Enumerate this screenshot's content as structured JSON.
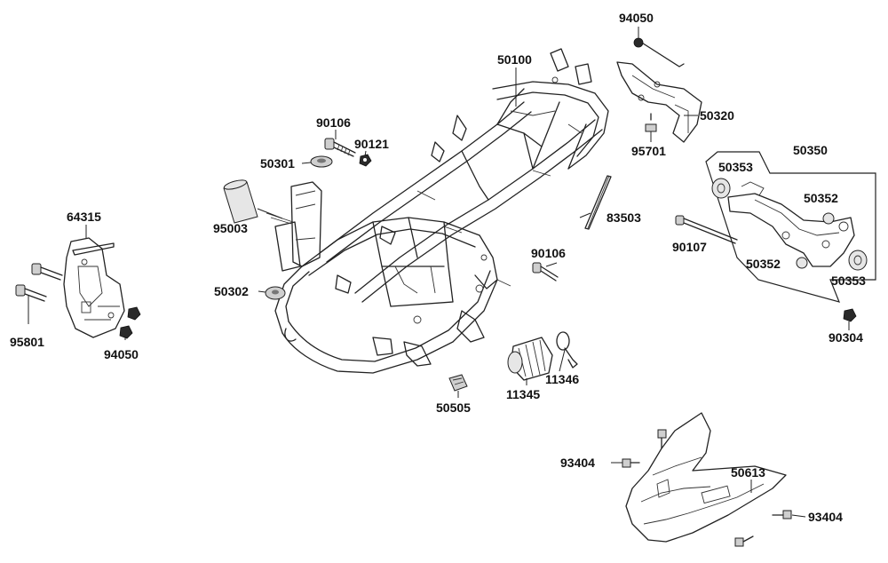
{
  "diagram": {
    "labels": [
      {
        "id": "l94050a",
        "text": "94050"
      },
      {
        "id": "l50100",
        "text": "50100"
      },
      {
        "id": "l50320",
        "text": "50320"
      },
      {
        "id": "l90106a",
        "text": "90106"
      },
      {
        "id": "l90121",
        "text": "90121"
      },
      {
        "id": "l50301",
        "text": "50301"
      },
      {
        "id": "l95701",
        "text": "95701"
      },
      {
        "id": "l50350",
        "text": "50350"
      },
      {
        "id": "l50353a",
        "text": "50353"
      },
      {
        "id": "l50352a",
        "text": "50352"
      },
      {
        "id": "l64315",
        "text": "64315"
      },
      {
        "id": "l95003",
        "text": "95003"
      },
      {
        "id": "l83503",
        "text": "83503"
      },
      {
        "id": "l90107",
        "text": "90107"
      },
      {
        "id": "l90106b",
        "text": "90106"
      },
      {
        "id": "l50352b",
        "text": "50352"
      },
      {
        "id": "l50353b",
        "text": "50353"
      },
      {
        "id": "l50302",
        "text": "50302"
      },
      {
        "id": "l95801",
        "text": "95801"
      },
      {
        "id": "l94050b",
        "text": "94050"
      },
      {
        "id": "l90304",
        "text": "90304"
      },
      {
        "id": "l11346",
        "text": "11346"
      },
      {
        "id": "l11345",
        "text": "11345"
      },
      {
        "id": "l50505",
        "text": "50505"
      },
      {
        "id": "l93404a",
        "text": "93404"
      },
      {
        "id": "l50613",
        "text": "50613"
      },
      {
        "id": "l93404b",
        "text": "93404"
      }
    ]
  }
}
